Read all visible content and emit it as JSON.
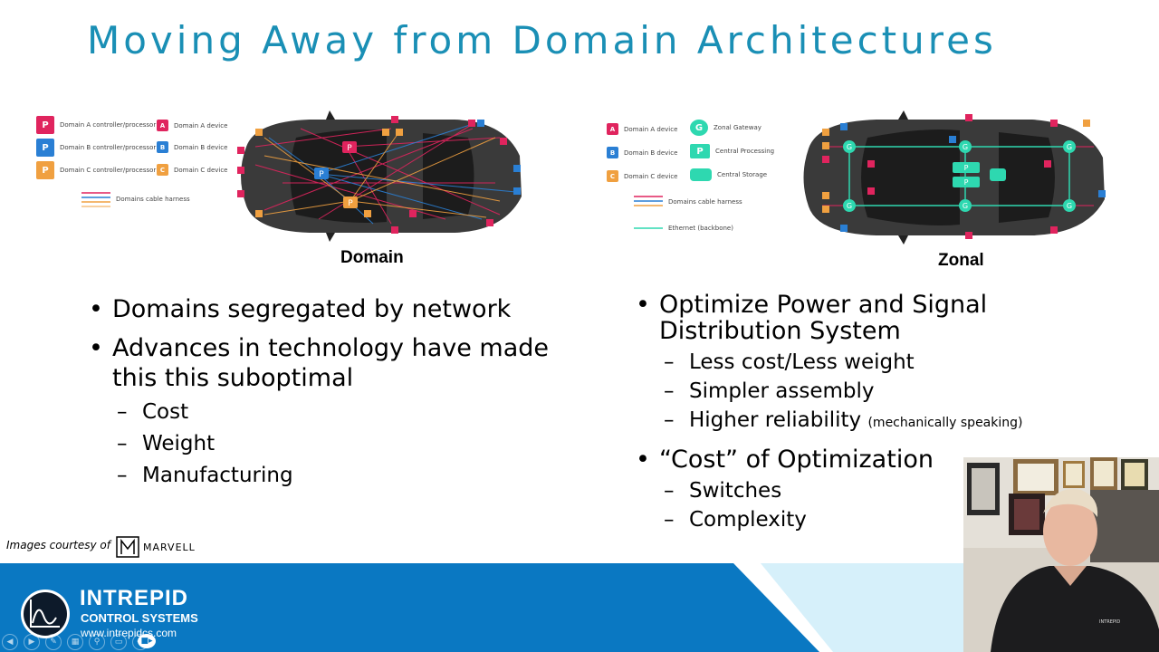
{
  "slide": {
    "title": "Moving Away from Domain Architectures"
  },
  "left": {
    "legend": {
      "a_proc": "Domain A controller/processor",
      "b_proc": "Domain B controller/processor",
      "c_proc": "Domain C controller/processor",
      "a_dev": "Domain A device",
      "b_dev": "Domain B device",
      "c_dev": "Domain C device",
      "harness": "Domains cable harness"
    },
    "caption": "Domain",
    "bullets": [
      "Domains segregated by network",
      "Advances in technology have made this this suboptimal"
    ],
    "sub_bullets": [
      "Cost",
      "Weight",
      "Manufacturing"
    ]
  },
  "right": {
    "legend": {
      "a_dev": "Domain A device",
      "b_dev": "Domain B device",
      "c_dev": "Domain C device",
      "gateway": "Zonal Gateway",
      "processing": "Central Processing",
      "storage": "Central Storage",
      "harness": "Domains cable harness",
      "ethernet": "Ethernet (backbone)"
    },
    "caption": "Zonal",
    "bullet1": "Optimize Power and Signal Distribution System",
    "sub1": [
      "Less cost/Less weight",
      "Simpler assembly",
      "Higher reliability"
    ],
    "sub1_note": "(mechanically speaking)",
    "bullet2": "“Cost” of Optimization",
    "sub2": [
      "Switches",
      "Complexity"
    ]
  },
  "credit": {
    "text": "Images courtesy of",
    "logo": "MARVELL"
  },
  "footer": {
    "company": "INTREPID",
    "tagline": "CONTROL SYSTEMS",
    "url": "www.intrepidcs.com"
  },
  "colors": {
    "title": "#1a8fb5",
    "domain_a": "#e0245e",
    "domain_b": "#2a7fd4",
    "domain_c": "#f0a040",
    "zonal": "#2ed8b0",
    "footer_blue": "#0a78c2"
  },
  "icons": [
    "marvell-logo",
    "intrepid-logo",
    "webcam-feed",
    "presentation-controls"
  ]
}
